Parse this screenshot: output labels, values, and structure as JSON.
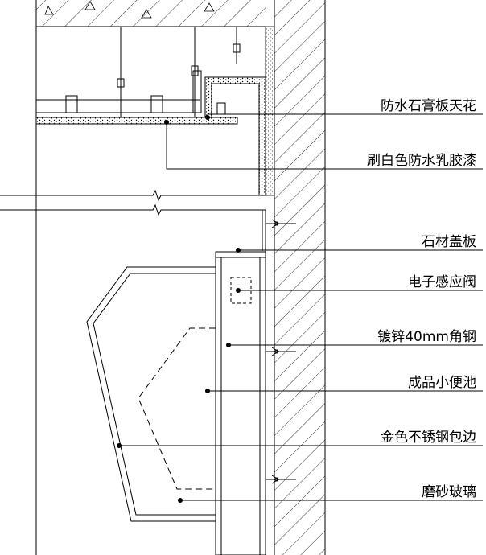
{
  "labels": [
    {
      "id": "ceiling",
      "text": "防水石膏板天花"
    },
    {
      "id": "paint",
      "text": "刷白色防水乳胶漆"
    },
    {
      "id": "cover",
      "text": "石材盖板"
    },
    {
      "id": "valve",
      "text": "电子感应阀"
    },
    {
      "id": "angle",
      "text": "镀锌40mm角钢"
    },
    {
      "id": "urinal",
      "text": "成品小便池"
    },
    {
      "id": "trim",
      "text": "金色不锈钢包边"
    },
    {
      "id": "glass",
      "text": "磨砂玻璃"
    }
  ]
}
